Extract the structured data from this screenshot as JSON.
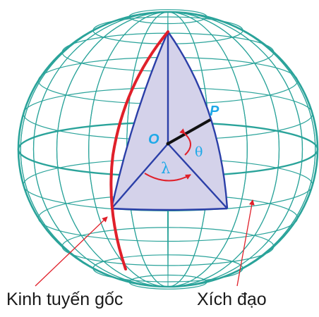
{
  "figure": {
    "points": {
      "center": "O",
      "point": "P"
    },
    "angles": {
      "polar": "θ",
      "azimuth": "λ"
    },
    "captions": {
      "prime_meridian": "Kinh tuyến gốc",
      "equator": "Xích đạo"
    },
    "colors": {
      "grid": "#2aa39a",
      "wedge_fill": "#d4d2ea",
      "wedge_edge": "#2b3fa8",
      "prime_meridian": "#e0202a",
      "pointer": "#e0202a",
      "radius": "#111111",
      "labels": "#1fa9e8"
    }
  }
}
